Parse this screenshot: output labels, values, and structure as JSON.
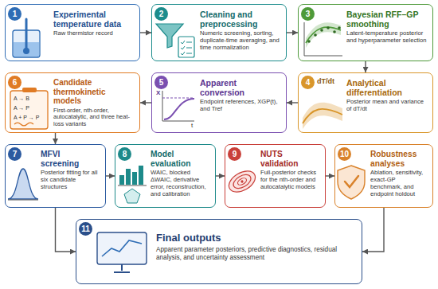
{
  "diagram": {
    "nodes": [
      {
        "text": [
          "1",
          "Experimental temperature data",
          "Raw thermistor record"
        ]
      },
      {
        "text": [
          "2",
          "Cleaning and preprocessing",
          "Numeric screening, sorting, duplicate-time averaging, and time normalization"
        ]
      },
      {
        "text": [
          "3",
          "Bayesian RFF–GP smoothing",
          "Latent-temperature posterior and hyperparameter selection"
        ]
      },
      {
        "text": [
          "4",
          "Analytical differentiation",
          "Posterior mean and variance of dT/dt"
        ]
      },
      {
        "text": [
          "5",
          "Apparent conversion",
          "Endpoint references, XGP(t), and Tref"
        ]
      },
      {
        "text": [
          "6",
          "Candidate thermokinetic models",
          "First-order, nth-order, autocatalytic, and three heat-loss variants"
        ]
      },
      {
        "text": [
          "7",
          "MFVI screening",
          "Posterior fitting for all six candidate structures"
        ]
      },
      {
        "text": [
          "8",
          "Model evaluation",
          "WAIC, blocked ΔWAIC, derivative error, reconstruction, and calibration"
        ]
      },
      {
        "text": [
          "9",
          "NUTS validation",
          "Full-posterior checks for the nth-order and autocatalytic models"
        ]
      },
      {
        "text": [
          "10",
          "Robustness analyses",
          "Ablation, sensitivity, exact-GP benchmark, and endpoint holdout"
        ]
      },
      {
        "text": [
          "11",
          "Final outputs",
          "Apparent parameter posteriors, predictive diagnostics, residual analysis, and uncertainty assessment"
        ]
      }
    ],
    "edges": [
      {
        "from": 0,
        "to": 1,
        "arrow": "to"
      },
      {
        "from": 1,
        "to": 2,
        "arrow": "to"
      },
      {
        "from": 2,
        "to": 3,
        "arrow": "to"
      },
      {
        "from": 3,
        "to": 4,
        "arrow": "to"
      },
      {
        "from": 4,
        "to": 5,
        "arrow": "to"
      },
      {
        "from": 5,
        "to": 6,
        "arrow": "to"
      },
      {
        "from": 6,
        "to": 7,
        "arrow": "to"
      },
      {
        "from": 7,
        "to": 8,
        "arrow": "to"
      },
      {
        "from": 8,
        "to": 9,
        "arrow": "to"
      },
      {
        "from": 9,
        "to": 10,
        "arrow": "to"
      },
      {
        "from": 6,
        "to": 10,
        "arrow": "to"
      }
    ],
    "labels": [
      "dT/dt",
      "X",
      "t",
      "A → B",
      "A → P",
      "A + P → P"
    ]
  }
}
